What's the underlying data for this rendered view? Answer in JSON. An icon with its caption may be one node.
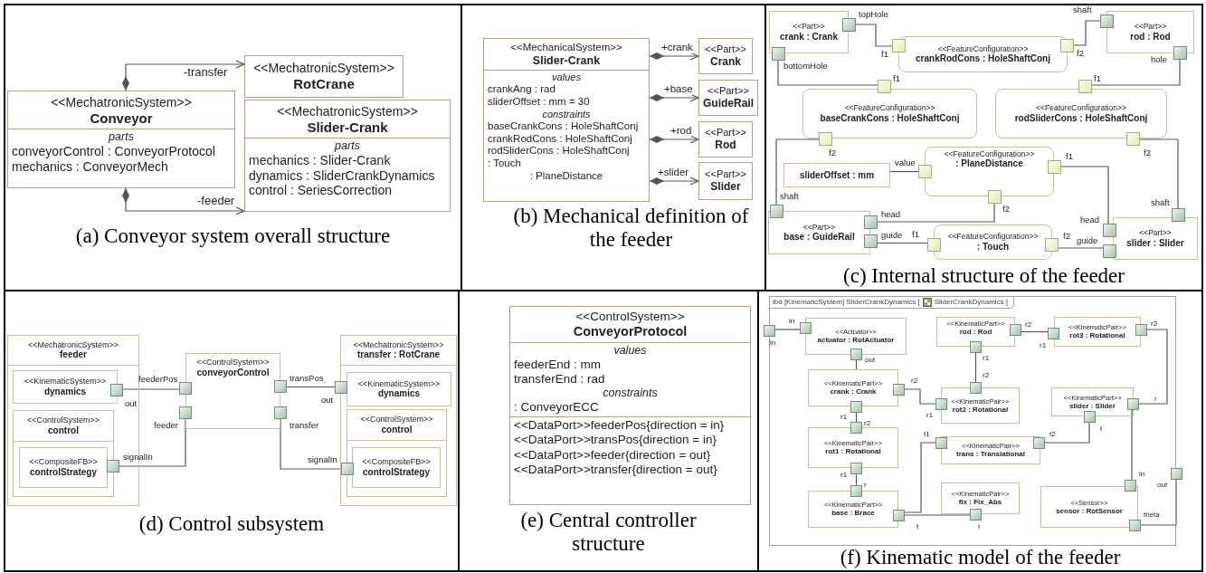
{
  "diagram": {
    "nodes": [
      {
        "text": [
          "(a) Conveyor system overall structure"
        ]
      },
      {
        "text": [
          "<<MechatronicSystem>>",
          "Conveyor",
          "parts",
          "conveyorControl : ConveyorProtocol",
          "mechanics : ConveyorMech"
        ],
        "in": 0
      },
      {
        "text": [
          "<<MechatronicSystem>>",
          "RotCrane"
        ],
        "in": 0
      },
      {
        "text": [
          "<<MechatronicSystem>>",
          "Slider-Crank",
          "parts",
          "mechanics : Slider-Crank",
          "dynamics : SliderCrankDynamics",
          "control : SeriesCorrection"
        ],
        "in": 0
      },
      {
        "text": [
          "(b) Mechanical definition of the feeder"
        ]
      },
      {
        "text": [
          "<<MechanicalSystem>>",
          "Slider-Crank",
          "values",
          "crankAng : rad",
          "sliderOffset : mm = 30",
          "constraints",
          "baseCrankCons : HoleShaftConj",
          "crankRodCons : HoleShaftConj",
          "rodSliderCons : HoleShaftConj",
          ": Touch",
          ": PlaneDistance"
        ],
        "in": 4
      },
      {
        "text": [
          "<<Part>>",
          "Crank"
        ],
        "in": 4
      },
      {
        "text": [
          "<<Part>>",
          "GuideRail"
        ],
        "in": 4
      },
      {
        "text": [
          "<<Part>>",
          "Rod"
        ],
        "in": 4
      },
      {
        "text": [
          "<<Part>>",
          "Slider"
        ],
        "in": 4
      },
      {
        "text": [
          "(c) Internal structure of the feeder"
        ]
      },
      {
        "text": [
          "<<Part>>",
          "crank : Crank"
        ],
        "in": 10
      },
      {
        "text": [
          "<<FeatureConfiguration>>",
          "crankRodCons : HoleShaftConj"
        ],
        "in": 10
      },
      {
        "text": [
          "<<Part>>",
          "rod : Rod"
        ],
        "in": 10
      },
      {
        "text": [
          "<<FeatureConfiguration>>",
          "baseCrankCons : HoleShaftConj"
        ],
        "in": 10
      },
      {
        "text": [
          "<<FeatureConfiguration>>",
          "rodSliderCons : HoleShaftConj"
        ],
        "in": 10
      },
      {
        "text": [
          "sliderOffset : mm"
        ],
        "in": 10
      },
      {
        "text": [
          "<<FeatureConfiguration>>",
          ": PlaneDistance"
        ],
        "in": 10
      },
      {
        "text": [
          "<<Part>>",
          "base : GuideRail"
        ],
        "in": 10
      },
      {
        "text": [
          "<<FeatureConfiguration>>",
          ": Touch"
        ],
        "in": 10
      },
      {
        "text": [
          "<<Part>>",
          "slider : Slider"
        ],
        "in": 10
      },
      {
        "text": [],
        "shape": "box",
        "in": 10,
        "beside": [
          "topHole"
        ]
      },
      {
        "text": [],
        "shape": "box",
        "in": 10,
        "beside": [
          "bottomHole"
        ]
      },
      {
        "text": [],
        "shape": "box",
        "in": 10,
        "beside": [
          "f1"
        ]
      },
      {
        "text": [],
        "shape": "box",
        "in": 10,
        "beside": [
          "f2"
        ]
      },
      {
        "text": [],
        "shape": "box",
        "in": 10,
        "beside": [
          "shaft"
        ]
      },
      {
        "text": [],
        "shape": "box",
        "in": 10,
        "beside": [
          "hole"
        ]
      },
      {
        "text": [],
        "shape": "box",
        "in": 10,
        "beside": [
          "f1"
        ]
      },
      {
        "text": [],
        "shape": "box",
        "in": 10,
        "beside": [
          "f2"
        ]
      },
      {
        "text": [],
        "shape": "box",
        "in": 10,
        "beside": [
          "f1"
        ]
      },
      {
        "text": [],
        "shape": "box",
        "in": 10,
        "beside": [
          "f2"
        ]
      },
      {
        "text": [],
        "shape": "box",
        "in": 10,
        "beside": [
          "value"
        ]
      },
      {
        "text": [],
        "shape": "box",
        "in": 10,
        "beside": [
          "f1"
        ]
      },
      {
        "text": [],
        "shape": "box",
        "in": 10,
        "beside": [
          "f2"
        ]
      },
      {
        "text": [],
        "shape": "box",
        "in": 10,
        "beside": [
          "shaft"
        ]
      },
      {
        "text": [],
        "shape": "box",
        "in": 10,
        "beside": [
          "head"
        ]
      },
      {
        "text": [],
        "shape": "box",
        "in": 10,
        "beside": [
          "guide"
        ]
      },
      {
        "text": [],
        "shape": "box",
        "in": 10,
        "beside": [
          "f1"
        ]
      },
      {
        "text": [],
        "shape": "box",
        "in": 10,
        "beside": [
          "f2"
        ]
      },
      {
        "text": [],
        "shape": "box",
        "in": 10,
        "beside": [
          "shaft"
        ]
      },
      {
        "text": [],
        "shape": "box",
        "in": 10,
        "beside": [
          "head"
        ]
      },
      {
        "text": [],
        "shape": "box",
        "in": 10,
        "beside": [
          "guide"
        ]
      },
      {
        "text": [
          "(d) Control subsystem"
        ]
      },
      {
        "text": [
          "<<MechatronicSystem>>",
          "feeder"
        ],
        "in": 42
      },
      {
        "text": [
          "<<KinematicSystem>>",
          "dynamics"
        ],
        "in": 43
      },
      {
        "text": [
          "<<ControlSystem>>",
          "control"
        ],
        "in": 43
      },
      {
        "text": [
          "<<CompositeFB>>",
          "controlStrategy"
        ],
        "in": 45
      },
      {
        "text": [
          "<<ControlSystem>>",
          "conveyorControl"
        ],
        "in": 42
      },
      {
        "text": [
          "<<MechatronicSystem>>",
          "transfer : RotCrane"
        ],
        "in": 42
      },
      {
        "text": [
          "<<KinematicSystem>>",
          "dynamics"
        ],
        "in": 48
      },
      {
        "text": [
          "<<ControlSystem>>",
          "control"
        ],
        "in": 48
      },
      {
        "text": [
          "<<CompositeFB>>",
          "controlStrategy"
        ],
        "in": 50
      },
      {
        "text": [],
        "shape": "box",
        "in": 43,
        "beside": [
          "out"
        ]
      },
      {
        "text": [],
        "shape": "box",
        "in": 43,
        "beside": [
          "signalIn"
        ]
      },
      {
        "text": [],
        "shape": "box",
        "in": 42,
        "beside": [
          "feederPos"
        ]
      },
      {
        "text": [],
        "shape": "box",
        "in": 42,
        "beside": [
          "feeder"
        ]
      },
      {
        "text": [],
        "shape": "box",
        "in": 42,
        "beside": [
          "transPos"
        ]
      },
      {
        "text": [],
        "shape": "box",
        "in": 42,
        "beside": [
          "transfer"
        ]
      },
      {
        "text": [],
        "shape": "box",
        "in": 42,
        "beside": [
          "out"
        ]
      },
      {
        "text": [],
        "shape": "box",
        "in": 48,
        "beside": [
          "signalIn"
        ]
      },
      {
        "text": [
          "(e) Central controller structure"
        ]
      },
      {
        "text": [
          "<<ControlSystem>>",
          "ConveyorProtocol",
          "values",
          "feederEnd : mm",
          "transferEnd : rad",
          "constraints",
          ": ConveyorECC",
          "<<DataPort>>feederPos{direction = in}",
          "<<DataPort>>transPos{direction = in}",
          "<<DataPort>>feeder{direction = out}",
          "<<DataPort>>transfer{direction = out}"
        ],
        "in": 60
      },
      {
        "text": [
          "(f) Kinematic model of the feeder"
        ]
      },
      {
        "text": [
          "ibd [KinematicSystem] SliderCrankDynamics [",
          "SliderCrankDynamics ]"
        ],
        "in": 62
      },
      {
        "text": [
          "<<Actuator>>",
          "actuator : RotActuator"
        ],
        "in": 63
      },
      {
        "text": [
          "<<KinematicPart>>",
          "rod : Rod"
        ],
        "in": 63
      },
      {
        "text": [
          "<<KinematicPair>>",
          "rot3 : Rotational"
        ],
        "in": 63
      },
      {
        "text": [
          "<<KinematicPart>>",
          "crank : Crank"
        ],
        "in": 63
      },
      {
        "text": [
          "<<KinematicPair>>",
          "rot2 : Rotational"
        ],
        "in": 63
      },
      {
        "text": [
          "<<KinematicPart>>",
          "slider : Slider"
        ],
        "in": 63
      },
      {
        "text": [
          "<<KinematicPair>>",
          "rot1 : Rotational"
        ],
        "in": 63
      },
      {
        "text": [
          "<<KinematicPair>>",
          "trans : Translational"
        ],
        "in": 63
      },
      {
        "text": [
          "<<KinematicPart>>",
          "base : Brace"
        ],
        "in": 63
      },
      {
        "text": [
          "<<KinematicPair>>",
          "fix : Fix_Abs"
        ],
        "in": 63
      },
      {
        "text": [
          "<<Sensor>>",
          "sensor : RotSensor"
        ],
        "in": 63
      },
      {
        "text": [],
        "shape": "box",
        "in": 62,
        "beside": [
          "in"
        ]
      },
      {
        "text": [],
        "shape": "box",
        "in": 63,
        "beside": [
          "in"
        ]
      },
      {
        "text": [],
        "shape": "box",
        "in": 63,
        "beside": [
          "out"
        ]
      },
      {
        "text": [],
        "shape": "box",
        "in": 63,
        "beside": [
          "r2"
        ]
      },
      {
        "text": [],
        "shape": "box",
        "in": 63,
        "beside": [
          "r1"
        ]
      },
      {
        "text": [],
        "shape": "box",
        "in": 63,
        "beside": [
          "r1"
        ]
      },
      {
        "text": [],
        "shape": "box",
        "in": 63,
        "beside": [
          "r2"
        ]
      },
      {
        "text": [],
        "shape": "box",
        "in": 63,
        "beside": [
          "r2"
        ]
      },
      {
        "text": [],
        "shape": "box",
        "in": 63,
        "beside": [
          "r1"
        ]
      },
      {
        "text": [],
        "shape": "box",
        "in": 63,
        "beside": [
          "r2"
        ]
      },
      {
        "text": [],
        "shape": "box",
        "in": 63,
        "beside": [
          "r1"
        ]
      },
      {
        "text": [],
        "shape": "box",
        "in": 63,
        "beside": [
          "r"
        ]
      },
      {
        "text": [],
        "shape": "box",
        "in": 63,
        "beside": [
          "t"
        ]
      },
      {
        "text": [],
        "shape": "box",
        "in": 63,
        "beside": [
          "r2"
        ]
      },
      {
        "text": [],
        "shape": "box",
        "in": 63,
        "beside": [
          "r1"
        ]
      },
      {
        "text": [],
        "shape": "box",
        "in": 63,
        "beside": [
          "t1"
        ]
      },
      {
        "text": [],
        "shape": "box",
        "in": 63,
        "beside": [
          "t2"
        ]
      },
      {
        "text": [],
        "shape": "box",
        "in": 63,
        "beside": [
          "r"
        ]
      },
      {
        "text": [],
        "shape": "box",
        "in": 63,
        "beside": [
          "t"
        ]
      },
      {
        "text": [],
        "shape": "box",
        "in": 63,
        "beside": [
          "r"
        ]
      },
      {
        "text": [],
        "shape": "box",
        "in": 63,
        "beside": [
          "in"
        ]
      },
      {
        "text": [],
        "shape": "box",
        "in": 63,
        "beside": [
          "theta"
        ]
      },
      {
        "text": [],
        "shape": "box",
        "in": 62,
        "beside": [
          "out"
        ]
      }
    ],
    "edges": [
      {
        "from": 1,
        "to": 2,
        "arrow": "to",
        "label": "-transfer"
      },
      {
        "from": 1,
        "to": 3,
        "arrow": "to",
        "label": "-feeder"
      },
      {
        "from": 5,
        "to": 6,
        "arrow": "to",
        "label": "+crank"
      },
      {
        "from": 5,
        "to": 7,
        "arrow": "to",
        "label": "+base"
      },
      {
        "from": 5,
        "to": 8,
        "arrow": "to",
        "label": "+rod"
      },
      {
        "from": 5,
        "to": 9,
        "arrow": "to",
        "label": "+slider"
      },
      {
        "from": 21,
        "to": 23,
        "arrow": "none"
      },
      {
        "from": 24,
        "to": 25,
        "arrow": "none"
      },
      {
        "from": 22,
        "to": 27,
        "arrow": "none"
      },
      {
        "from": 26,
        "to": 29,
        "arrow": "none"
      },
      {
        "from": 28,
        "to": 34,
        "arrow": "none"
      },
      {
        "from": 30,
        "to": 39,
        "arrow": "none"
      },
      {
        "from": 16,
        "to": 31,
        "arrow": "none"
      },
      {
        "from": 32,
        "to": 40,
        "arrow": "none"
      },
      {
        "from": 33,
        "to": 35,
        "arrow": "none"
      },
      {
        "from": 36,
        "to": 37,
        "arrow": "none"
      },
      {
        "from": 38,
        "to": 41,
        "arrow": "none"
      },
      {
        "from": 52,
        "to": 54,
        "arrow": "none"
      },
      {
        "from": 53,
        "to": 55,
        "arrow": "none"
      },
      {
        "from": 56,
        "to": 58,
        "arrow": "none"
      },
      {
        "from": 57,
        "to": 59,
        "arrow": "none"
      },
      {
        "from": 75,
        "to": 76,
        "arrow": "none"
      },
      {
        "from": 77,
        "to": 67,
        "arrow": "none"
      },
      {
        "from": 83,
        "to": 88,
        "arrow": "none"
      },
      {
        "from": 82,
        "to": 85,
        "arrow": "none"
      },
      {
        "from": 79,
        "to": 84,
        "arrow": "none"
      },
      {
        "from": 78,
        "to": 80,
        "arrow": "none"
      },
      {
        "from": 81,
        "to": 86,
        "arrow": "none"
      },
      {
        "from": 89,
        "to": 92,
        "arrow": "none"
      },
      {
        "from": 93,
        "to": 90,
        "arrow": "none"
      },
      {
        "from": 93,
        "to": 94,
        "arrow": "none"
      },
      {
        "from": 91,
        "to": 87,
        "arrow": "none"
      },
      {
        "from": 86,
        "to": 95,
        "arrow": "none"
      },
      {
        "from": 96,
        "to": 97,
        "arrow": "none"
      }
    ]
  }
}
